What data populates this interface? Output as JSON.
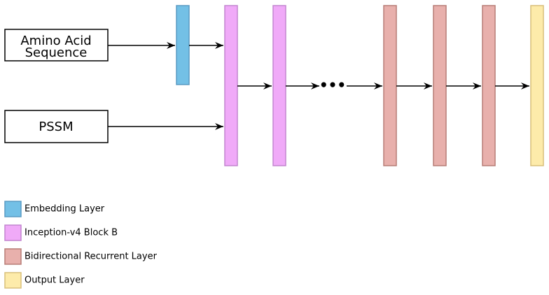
{
  "inputs": {
    "amino_acid": {
      "line1": "Amino Acid",
      "line2": "Sequence"
    },
    "pssm": {
      "label": "PSSM"
    }
  },
  "ellipsis": "•••",
  "legend": [
    {
      "label": "Embedding Layer",
      "fill": "#73c0e6",
      "stroke": "#5b9bc4"
    },
    {
      "label": "Inception-v4 Block B",
      "fill": "#f0aaf8",
      "stroke": "#c285cf"
    },
    {
      "label": "Bidirectional Recurrent Layer",
      "fill": "#e8b0ac",
      "stroke": "#b77d76"
    },
    {
      "label": "Output Layer",
      "fill": "#fdebaa",
      "stroke": "#d8bf7a"
    }
  ]
}
